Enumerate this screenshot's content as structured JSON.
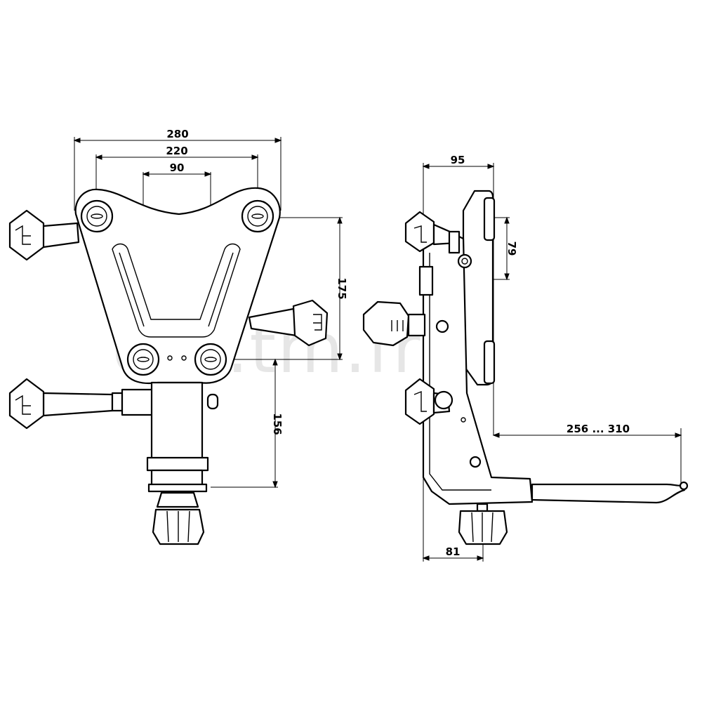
{
  "dimensions": {
    "front_width_outer": "280",
    "front_width_holes": "220",
    "front_width_inner": "90",
    "front_height_plate": "175",
    "front_height_column": "156",
    "side_depth_top": "95",
    "side_height_holes": "79",
    "side_range": "256 ... 310",
    "side_depth_bottom": "81"
  },
  "watermark": "ora.tm.fr",
  "colors": {
    "line": "#000000",
    "background": "#ffffff",
    "watermark": "#d2d2d2"
  }
}
